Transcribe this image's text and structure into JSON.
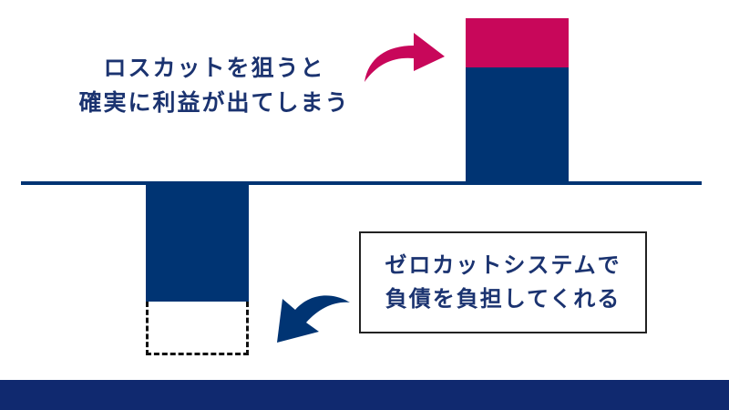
{
  "diagram": {
    "top_caption": {
      "lines": [
        "ロスカットを狙うと",
        "確実に利益が出てしまう"
      ]
    },
    "box_caption": {
      "lines": [
        "ゼロカットシステムで",
        "負債を負担してくれる"
      ]
    },
    "bars": {
      "right": {
        "segments": [
          {
            "name": "profit",
            "color": "#c8075a"
          },
          {
            "name": "base",
            "color": "#003473"
          }
        ],
        "direction": "up"
      },
      "left": {
        "segments": [
          {
            "name": "loss",
            "color": "#003473"
          },
          {
            "name": "covered-debt",
            "style": "dashed-outline"
          }
        ],
        "direction": "down"
      }
    },
    "arrows": [
      {
        "name": "arrow-to-profit",
        "color": "#c8075a",
        "direction": "curved-right"
      },
      {
        "name": "arrow-to-debt",
        "color": "#003473",
        "direction": "curved-left-down"
      }
    ],
    "colors": {
      "navy": "#003473",
      "pink": "#c8075a",
      "text": "#1b3370",
      "footer": "#10296f"
    }
  }
}
